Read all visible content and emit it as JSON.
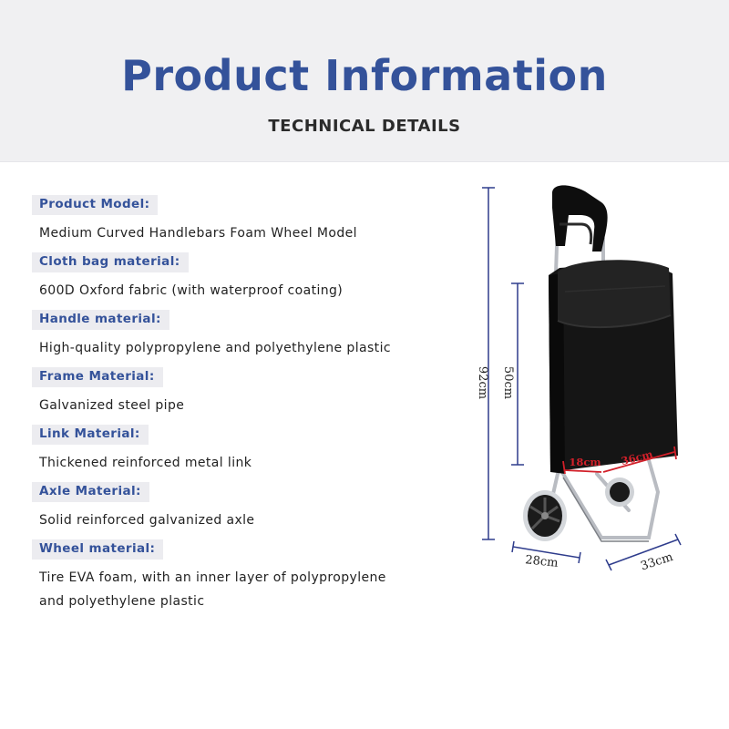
{
  "header": {
    "title": "Product Information",
    "subtitle": "TECHNICAL DETAILS"
  },
  "specs": [
    {
      "label": "Product Model:",
      "value": "Medium Curved Handlebars Foam Wheel Model"
    },
    {
      "label": "Cloth bag material:",
      "value": "600D Oxford fabric (with waterproof coating)"
    },
    {
      "label": "Handle material:",
      "value": "High-quality polypropylene and polyethylene plastic"
    },
    {
      "label": "Frame Material:",
      "value": "Galvanized steel pipe"
    },
    {
      "label": "Link Material:",
      "value": "Thickened reinforced metal link"
    },
    {
      "label": "Axle Material:",
      "value": "Solid reinforced galvanized axle"
    },
    {
      "label": "Wheel material:",
      "value": "Tire EVA foam, with an inner layer of polypropylene and polyethylene plastic"
    }
  ],
  "dimensions": {
    "total_height": "92cm",
    "bag_height": "50cm",
    "bag_depth": "18cm",
    "bag_width": "36cm",
    "base_depth": "28cm",
    "base_width": "33cm"
  },
  "colors": {
    "accent": "#34529a",
    "dimension_line": "#2e3c8c",
    "bag_marker": "#d2202a",
    "bag": "#151515"
  }
}
